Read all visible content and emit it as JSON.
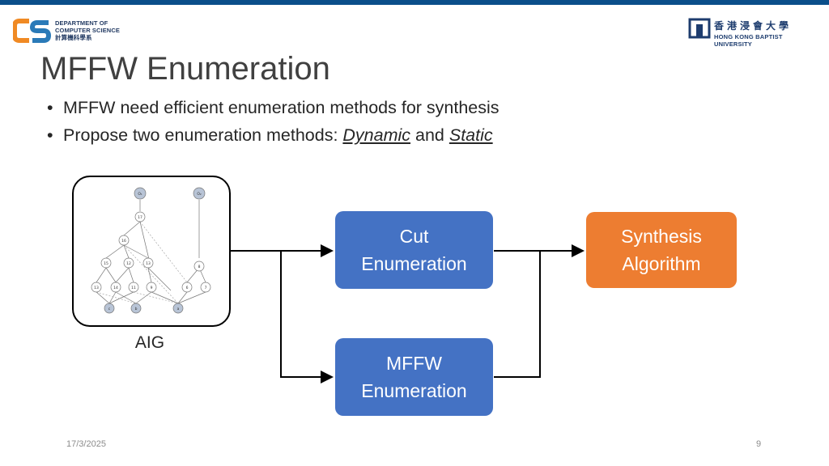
{
  "header": {
    "dept_line1": "DEPARTMENT OF",
    "dept_line2": "COMPUTER SCIENCE",
    "dept_line3": "計算機科學系",
    "uni_cn": "香港浸會大學",
    "uni_en": "HONG KONG BAPTIST UNIVERSITY"
  },
  "slide": {
    "title": "MFFW Enumeration",
    "bullet1": "MFFW need efficient enumeration methods for synthesis",
    "bullet2_prefix": "Propose two enumeration methods: ",
    "bullet2_dynamic": "Dynamic",
    "bullet2_and": " and ",
    "bullet2_static": "Static"
  },
  "diagram": {
    "aig_label": "AIG",
    "cut_line1": "Cut",
    "cut_line2": "Enumeration",
    "mffw_line1": "MFFW",
    "mffw_line2": "Enumeration",
    "synth_line1": "Synthesis",
    "synth_line2": "Algorithm",
    "aig_nodes": [
      "O₁",
      "O₂",
      "17",
      "16",
      "15",
      "12",
      "13",
      "8",
      "13",
      "14",
      "11",
      "9",
      "6",
      "7",
      "c",
      "b",
      "a"
    ]
  },
  "footer": {
    "date": "17/3/2025",
    "page": "9"
  }
}
